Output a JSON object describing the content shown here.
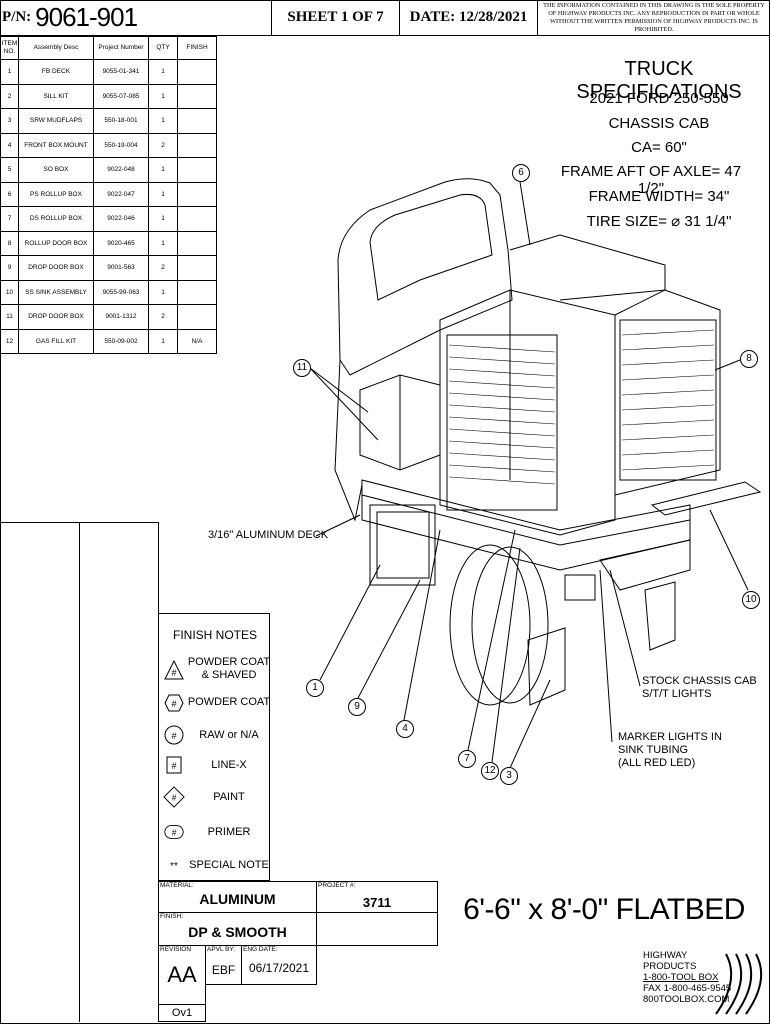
{
  "header": {
    "pn_label": "P/N:",
    "pn_value": "9061-901",
    "sheet": "SHEET 1 OF 7",
    "date": "DATE: 12/28/2021",
    "notice": "THE INFORMATION CONTAINED IN THIS DRAWING IS THE SOLE PROPERTY OF HIGHWAY PRODUCTS INC. ANY REPRODUCTION IN PART OR WHOLE WITHOUT THE WRITTEN PERMISSION OF HIGHWAY PRODUCTS INC. IS PROHIBITED."
  },
  "bom": {
    "headers": [
      "ITEM NO.",
      "Assembly Desc",
      "Project Number",
      "QTY",
      "FINISH"
    ],
    "rows": [
      [
        "1",
        "FB DECK",
        "9055-01-341",
        "1",
        ""
      ],
      [
        "2",
        "SILL KIT",
        "9055-07-085",
        "1",
        ""
      ],
      [
        "3",
        "SRW MUDFLAPS",
        "550-18-001",
        "1",
        ""
      ],
      [
        "4",
        "FRONT BOX MOUNT",
        "550-19-004",
        "2",
        ""
      ],
      [
        "5",
        "SO BOX",
        "9022-048",
        "1",
        ""
      ],
      [
        "6",
        "PS ROLLUP BOX",
        "9022-047",
        "1",
        ""
      ],
      [
        "7",
        "DS ROLLUP BOX",
        "9022-046",
        "1",
        ""
      ],
      [
        "8",
        "ROLLUP DOOR BOX",
        "9020-465",
        "1",
        ""
      ],
      [
        "9",
        "DROP DOOR BOX",
        "9001-563",
        "2",
        ""
      ],
      [
        "10",
        "SS SINK ASSEMBLY",
        "9055-99-063",
        "1",
        ""
      ],
      [
        "11",
        "DROP DOOR BOX",
        "9001-1312",
        "2",
        ""
      ],
      [
        "12",
        "GAS FILL KIT",
        "550-09-002",
        "1",
        "N/A"
      ]
    ]
  },
  "specs": {
    "title": "TRUCK SPECIFICATIONS",
    "lines": [
      "2021 FORD 250-550",
      "CHASSIS CAB",
      "CA= 60\"",
      "FRAME AFT OF AXLE= 47 1/2\"",
      "FRAME WIDTH= 34\"",
      "TIRE SIZE= ⌀ 31 1/4\""
    ]
  },
  "drawing": {
    "deck_note": "3/16\" ALUMINUM DECK",
    "stock_note": [
      "STOCK CHASSIS CAB",
      "S/T/T LIGHTS"
    ],
    "marker_note": [
      "MARKER LIGHTS IN",
      "SINK TUBING",
      "(ALL RED LED)"
    ],
    "callouts": [
      "1",
      "3",
      "4",
      "6",
      "7",
      "8",
      "9",
      "10",
      "11",
      "12"
    ]
  },
  "finish_notes": {
    "title": "FINISH NOTES",
    "items": [
      {
        "symbol": "#",
        "label": "POWDER COAT & SHAVED"
      },
      {
        "symbol": "#",
        "label": "POWDER COAT"
      },
      {
        "symbol": "#",
        "label": "RAW or N/A"
      },
      {
        "symbol": "#",
        "label": "LINE-X"
      },
      {
        "symbol": "#",
        "label": "PAINT"
      },
      {
        "symbol": "#",
        "label": "PRIMER"
      },
      {
        "symbol": "**",
        "label": "SPECIAL NOTE"
      }
    ]
  },
  "title_block": {
    "material_label": "MATERIAL:",
    "material": "ALUMINUM",
    "project_label": "PROJECT #:",
    "project": "3711",
    "finish_label": "FINISH:",
    "finish": "DP & SMOOTH",
    "revision_label": "REVISION",
    "revision": "AA",
    "apvl_label": "APVL BY:",
    "apvl": "EBF",
    "eng_label": "ENG DATE:",
    "eng_date": "06/17/2021",
    "version": "Ov1",
    "drawing_title": "6'-6\" x 8'-0\"  FLATBED",
    "company": [
      "HIGHWAY",
      "PRODUCTS",
      "1-800-TOOL BOX",
      "FAX 1-800-465-9545",
      "800TOOLBOX.COM"
    ]
  }
}
